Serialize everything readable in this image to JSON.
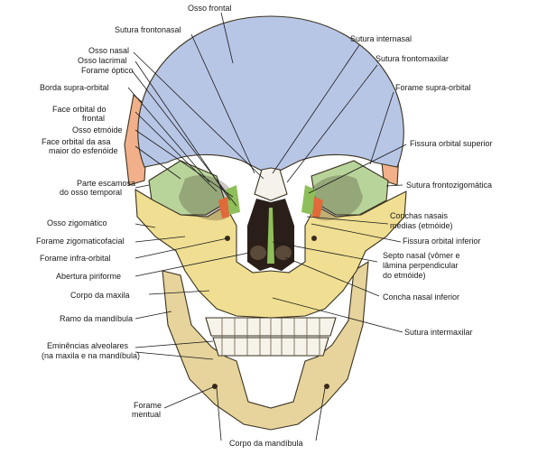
{
  "labels": {
    "osso_frontal": "Osso frontal",
    "sutura_frontonasal": "Sutura frontonasal",
    "osso_nasal": "Osso nasal",
    "osso_lacrimal": "Osso lacrimal",
    "forame_optico": "Forame óptico",
    "borda_supra_orbital": "Borda supra-orbital",
    "face_orbital_frontal_1": "Face orbital do",
    "face_orbital_frontal_2": "frontal",
    "osso_etmoide": "Osso etmóide",
    "face_orbital_asa_1": "Face orbital da asa",
    "face_orbital_asa_2": "maior do esfenóide",
    "parte_escamosa_1": "Parte escamosa",
    "parte_escamosa_2": "do osso temporal",
    "osso_zigomatico": "Osso zigomático",
    "forame_zigomaticofacial": "Forame zigomaticofacial",
    "forame_infra_orbital": "Forame infra-orbital",
    "abertura_piriforme": "Abertura piriforme",
    "corpo_maxila": "Corpo da maxila",
    "ramo_mandibula": "Ramo da mandíbula",
    "eminencias_1": "Eminências alveolares",
    "eminencias_2": "(na maxila e na mandíbula)",
    "forame_mentual_1": "Forame",
    "forame_mentual_2": "mentual",
    "corpo_mandibula": "Corpo da mandíbula",
    "sutura_internasal": "Sutura internasal",
    "sutura_frontomaxilar": "Sutura frontomaxilar",
    "forame_supra_orbital": "Forame supra-orbital",
    "fissura_orbital_superior": "Fissura orbital superior",
    "sutura_frontozigomatica": "Sutura frontozigomática",
    "conchas_1": "Conchas nasais",
    "conchas_2": "médias (etmóide)",
    "fissura_orbital_inferior": "Fissura orbital inferior",
    "septo_1": "Septo nasal (vômer e",
    "septo_2": "lâmina perpendicular",
    "septo_3": "do etmóide)",
    "concha_nasal_inferior": "Concha nasal inferior",
    "sutura_intermaxilar": "Sutura intermaxilar"
  },
  "colors": {
    "frontal": "#b8c6e6",
    "temporal": "#f2b08a",
    "sphenoid": "#b9d49a",
    "zygomatic_maxilla": "#f0df92",
    "mandible": "#e6d49c",
    "nasal": "#f4f2ea",
    "lacrimal": "#e06a3a",
    "ethmoid": "#8fbf5a",
    "cavity": "#2a1f18",
    "teeth": "#f6f3ea",
    "label_text": "#1a1a1a"
  }
}
